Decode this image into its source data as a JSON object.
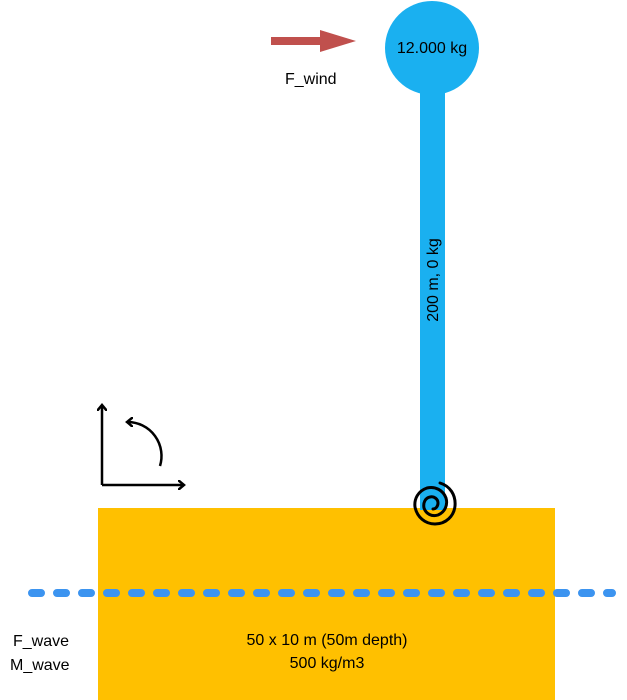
{
  "mass": {
    "label": "12.000 kg",
    "color": "#1ab0f0"
  },
  "tower": {
    "label": "200 m, 0 kg",
    "color": "#1ab0f0"
  },
  "wind": {
    "label": "F_wind",
    "arrow_color": "#c0504d",
    "arrow_icon": "arrow-right-icon"
  },
  "platform": {
    "line1": "50 x 10 m (50m depth)",
    "line2": "500 kg/m3",
    "color": "#ffc000"
  },
  "wave": {
    "force_label": "F_wave",
    "moment_label": "M_wave",
    "waterline_color": "#3c94f0"
  },
  "hinge": {
    "icon": "spiral-spring-icon"
  },
  "axes": {
    "icon": "coordinate-axes-icon",
    "rotation_icon": "rotation-arrow-icon"
  }
}
